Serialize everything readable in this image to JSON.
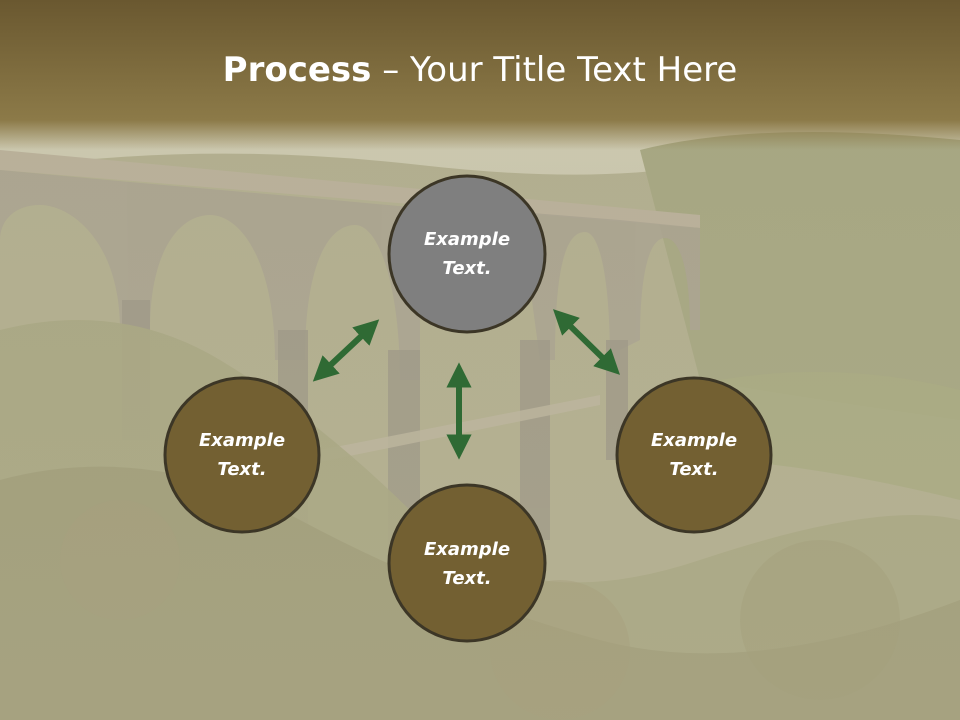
{
  "title": {
    "bold": "Process",
    "dash": " – ",
    "rest": "Your Title Text Here"
  },
  "nodes": [
    {
      "line1": "Example",
      "line2": "Text.",
      "fill": "#7f7f7f"
    },
    {
      "line1": "Example",
      "line2": "Text.",
      "fill": "#736032"
    },
    {
      "line1": "Example",
      "line2": "Text.",
      "fill": "#736032"
    },
    {
      "line1": "Example",
      "line2": "Text.",
      "fill": "#736032"
    }
  ],
  "colors": {
    "title_band": "#75643a",
    "node_border": "#3c3626",
    "arrow": "#2f6a34"
  }
}
